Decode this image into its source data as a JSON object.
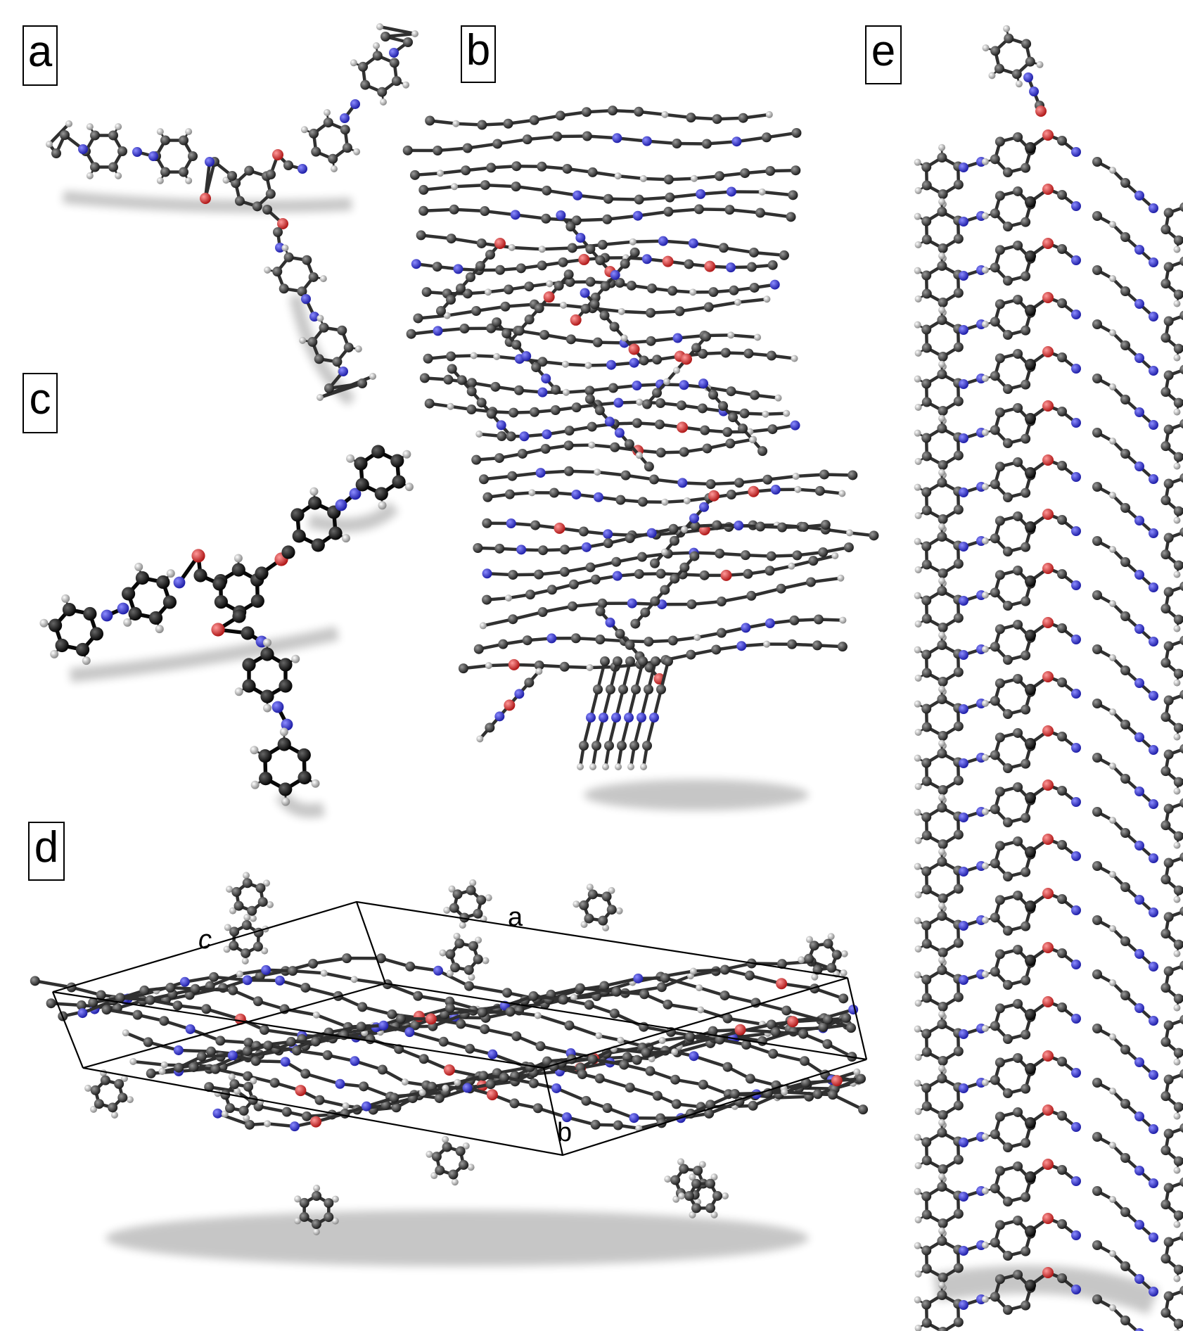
{
  "panels": {
    "a": "a",
    "b": "b",
    "c": "c",
    "d": "d",
    "e": "e"
  },
  "unit_cell_axes": {
    "a": "a",
    "b": "b",
    "c": "c"
  },
  "atom_colors": {
    "carbon": "#3a3a3a",
    "carbon_dark": "#111111",
    "nitrogen": "#3a3ad0",
    "oxygen": "#d04040",
    "hydrogen": "#d8d8d8"
  }
}
